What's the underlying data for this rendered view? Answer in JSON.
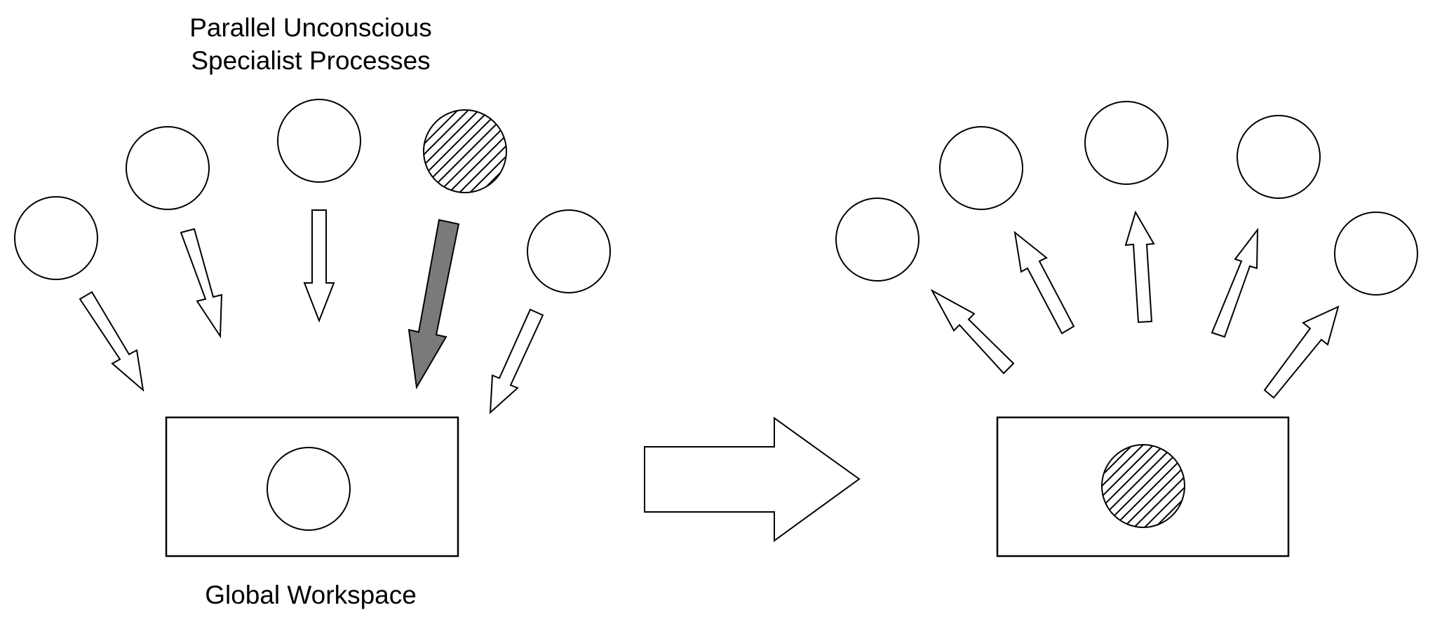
{
  "labels": {
    "processes_line1": "Parallel Unconscious",
    "processes_line2": "Specialist Processes",
    "workspace": "Global Workspace"
  },
  "colors": {
    "stroke": "#000000",
    "fill": "#ffffff",
    "winner_arrow_fill": "#7a7a7a"
  }
}
